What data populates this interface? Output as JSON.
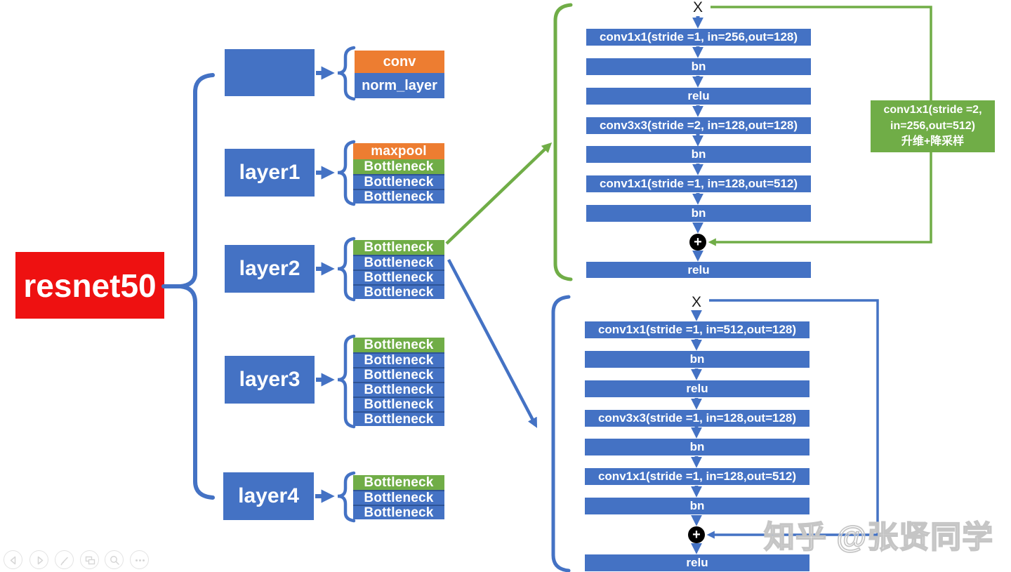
{
  "root_label": "resnet50",
  "layers": [
    {
      "label": "",
      "blocks": [
        {
          "text": "conv",
          "color": "orange"
        },
        {
          "text": "norm_layer",
          "color": "blue"
        }
      ]
    },
    {
      "label": "layer1",
      "blocks": [
        {
          "text": "maxpool",
          "color": "orange"
        },
        {
          "text": "Bottleneck",
          "color": "green"
        },
        {
          "text": "Bottleneck",
          "color": "blue"
        },
        {
          "text": "Bottleneck",
          "color": "blue"
        }
      ]
    },
    {
      "label": "layer2",
      "blocks": [
        {
          "text": "Bottleneck",
          "color": "green"
        },
        {
          "text": "Bottleneck",
          "color": "blue"
        },
        {
          "text": "Bottleneck",
          "color": "blue"
        },
        {
          "text": "Bottleneck",
          "color": "blue"
        }
      ]
    },
    {
      "label": "layer3",
      "blocks": [
        {
          "text": "Bottleneck",
          "color": "green"
        },
        {
          "text": "Bottleneck",
          "color": "blue"
        },
        {
          "text": "Bottleneck",
          "color": "blue"
        },
        {
          "text": "Bottleneck",
          "color": "blue"
        },
        {
          "text": "Bottleneck",
          "color": "blue"
        },
        {
          "text": "Bottleneck",
          "color": "blue"
        }
      ]
    },
    {
      "label": "layer4",
      "blocks": [
        {
          "text": "Bottleneck",
          "color": "green"
        },
        {
          "text": "Bottleneck",
          "color": "blue"
        },
        {
          "text": "Bottleneck",
          "color": "blue"
        }
      ]
    }
  ],
  "bottleneck_charts": [
    {
      "input_label": "X",
      "steps": [
        "conv1x1(stride =1, in=256,out=128)",
        "bn",
        "relu",
        "conv3x3(stride =2, in=128,out=128)",
        "bn",
        "conv1x1(stride =1, in=128,out=512)",
        "bn"
      ],
      "merge_symbol": "+",
      "output_step": "relu"
    },
    {
      "input_label": "X",
      "steps": [
        "conv1x1(stride =1, in=512,out=128)",
        "bn",
        "relu",
        "conv3x3(stride =1, in=128,out=128)",
        "bn",
        "conv1x1(stride =1, in=128,out=512)",
        "bn"
      ],
      "merge_symbol": "+",
      "output_step": "relu"
    }
  ],
  "shortcut_note": {
    "lines": [
      "conv1x1(stride =2,",
      "in=256,out=512)",
      "升维+降采样"
    ]
  },
  "watermark": "知乎 @张贤同学",
  "toolbar": {
    "icons": [
      "previous-slide",
      "next-slide",
      "pen",
      "see-all-slides",
      "zoom",
      "more-options"
    ]
  },
  "colors": {
    "blue": "#4472C4",
    "orange": "#ED7D31",
    "green": "#70AD47",
    "red": "#EE1111",
    "separator": "#2e5496",
    "watermark": "#c5c5c5"
  }
}
